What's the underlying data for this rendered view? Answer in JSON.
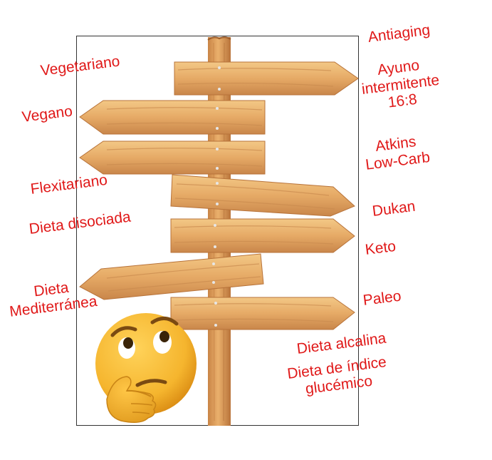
{
  "colors": {
    "text": "#e01919",
    "wood_light": "#f0c07a",
    "wood_mid": "#dfa05a",
    "wood_dark": "#b8733a",
    "nail": "#d9d9d9",
    "emoji_face": "#f5b52e"
  },
  "icons": [
    "thinking-face-emoji-icon"
  ],
  "labels": {
    "antiaging": "Antiaging",
    "vegetariano": "Vegetariano",
    "ayuno": "Ayuno\nintermitente\n16:8",
    "vegano": "Vegano",
    "atkins": "Atkins\nLow-Carb",
    "flexitariano": "Flexitariano",
    "dukan": "Dukan",
    "disociada": "Dieta disociada",
    "keto": "Keto",
    "mediterranea": "Dieta\nMediterránea",
    "paleo": "Paleo",
    "alcalina": "Dieta alcalina",
    "glucemico": "Dieta de índice\nglucémico"
  }
}
